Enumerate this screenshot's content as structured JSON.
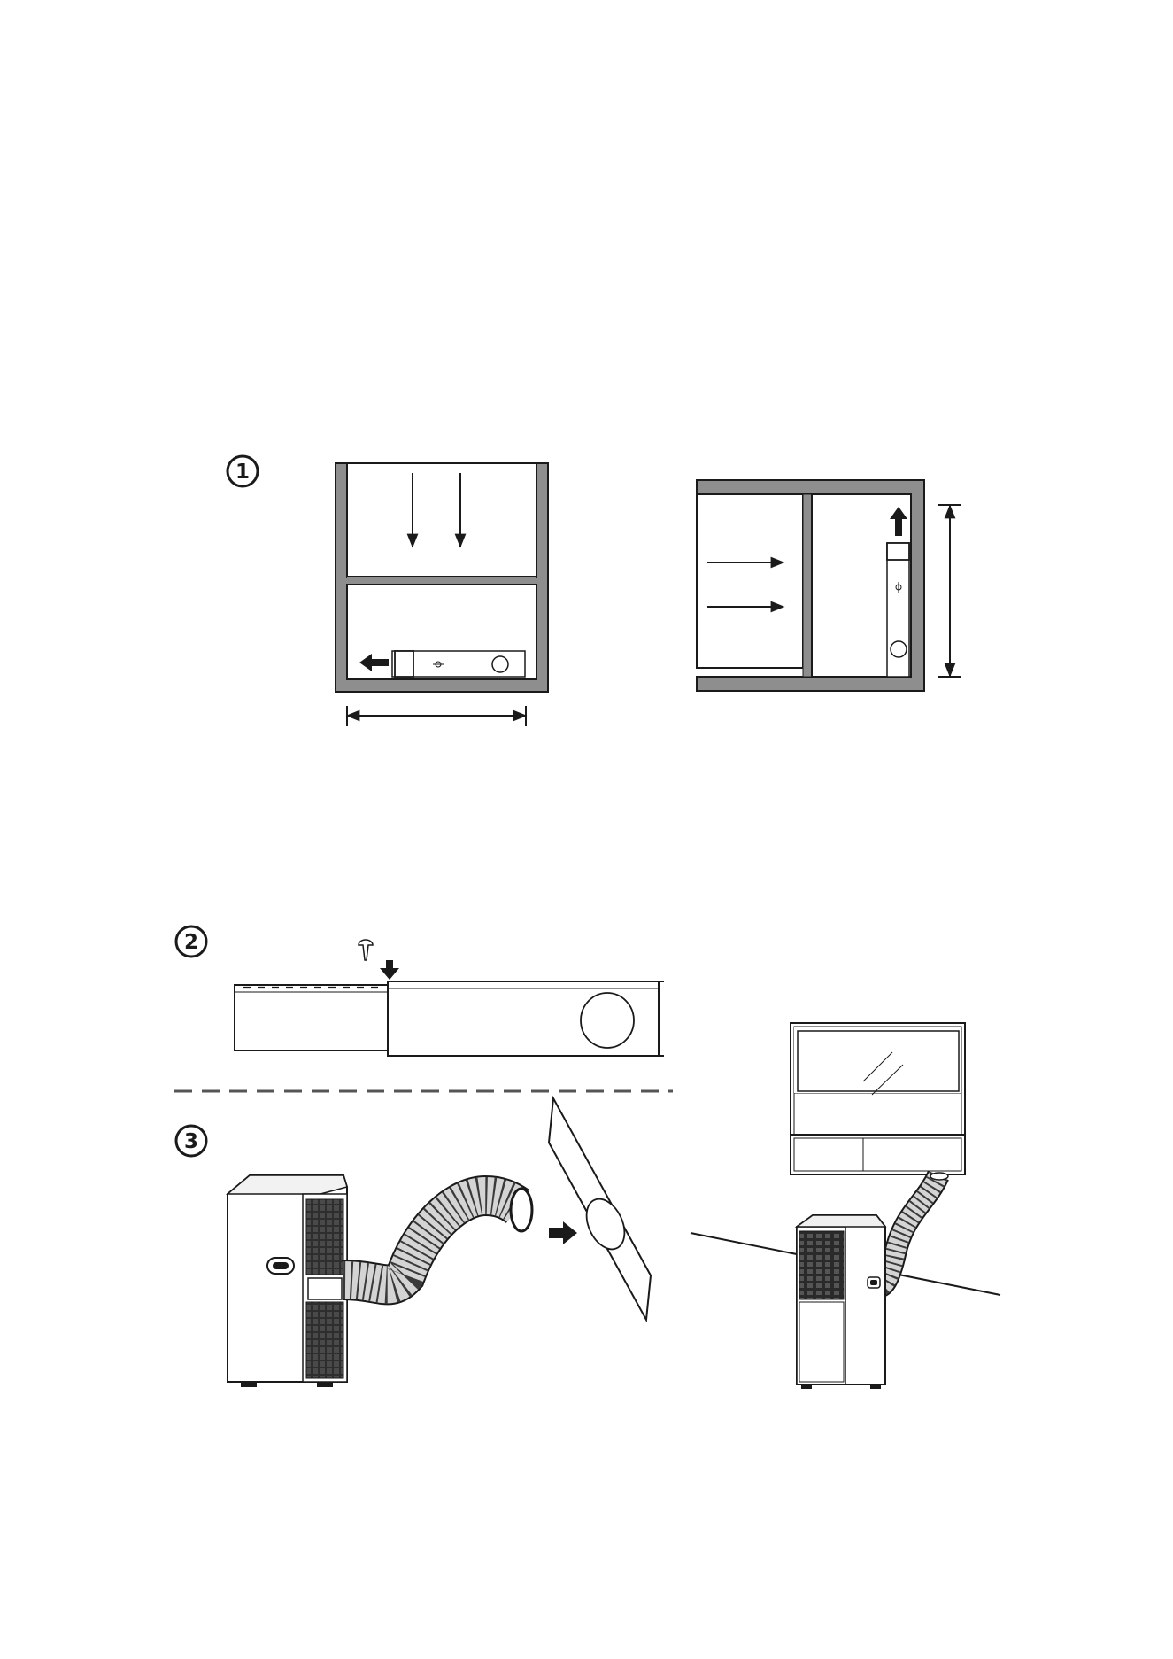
{
  "steps": [
    {
      "number": "1"
    },
    {
      "number": "2"
    },
    {
      "number": "3"
    }
  ],
  "colors": {
    "line": "#1a1a1a",
    "frame_fill": "#8e8e8e",
    "panel_fill": "#ffffff",
    "unit_dark": "#2a2a2a",
    "hose_fill": "#d4d4d4"
  },
  "icons": [
    "screw-icon",
    "arrow-left-icon",
    "arrow-up-icon",
    "arrow-down-icon",
    "arrow-right-icon",
    "double-arrow-icon"
  ]
}
